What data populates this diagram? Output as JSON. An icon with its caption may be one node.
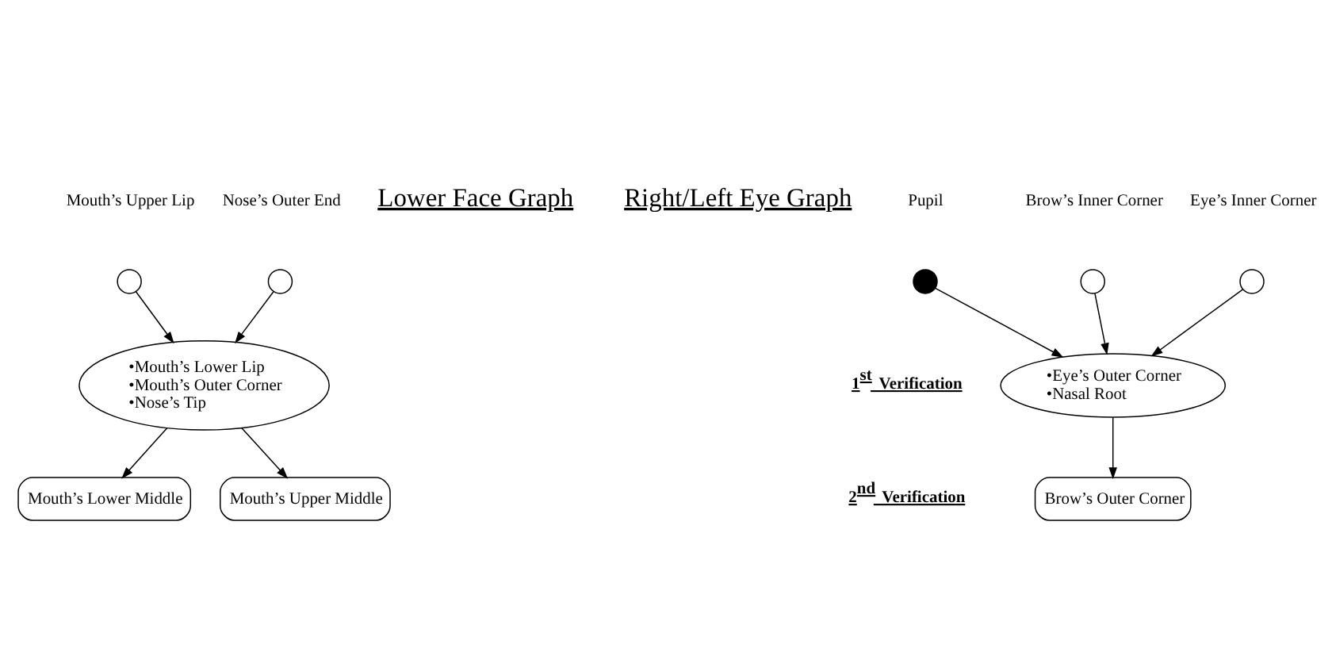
{
  "diagram": {
    "nodes": [
      {
        "text": [],
        "shape": "circle",
        "beside": [
          "Pupil"
        ]
      },
      {
        "text": [],
        "shape": "circle",
        "beside": [
          "Eye’s Inner Corner"
        ]
      },
      {
        "text": [],
        "shape": "circle",
        "beside": [
          "Brow’s Inner Corner"
        ]
      },
      {
        "text": [],
        "shape": "circle",
        "beside": [
          "Mouth’s Upper Lip"
        ]
      },
      {
        "text": [],
        "shape": "circle",
        "beside": [
          "Nose’s Outer End"
        ]
      },
      {
        "text": [
          "•Eye’s Outer Corner",
          "•Nasal Root"
        ]
      },
      {
        "text": [
          "•Mouth’s Lower Lip",
          "•Mouth’s Outer Corner",
          "•Nose’s Tip"
        ]
      },
      {
        "text": [
          "Brow’s Outer Corner"
        ]
      },
      {
        "text": [
          "Mouth’s Lower Middle"
        ]
      },
      {
        "text": [
          "Mouth’s Upper Middle"
        ]
      }
    ],
    "edges": [
      {
        "from": 0,
        "to": 5,
        "arrow": "to"
      },
      {
        "from": 1,
        "to": 5,
        "arrow": "to"
      },
      {
        "from": 2,
        "to": 5,
        "arrow": "to"
      },
      {
        "from": 3,
        "to": 6,
        "arrow": "to"
      },
      {
        "from": 4,
        "to": 6,
        "arrow": "to"
      },
      {
        "from": 5,
        "to": 7,
        "arrow": "to"
      },
      {
        "from": 6,
        "to": 8,
        "arrow": "to"
      },
      {
        "from": 6,
        "to": 9,
        "arrow": "to"
      }
    ],
    "labels": [
      "Right/Left Eye Graph",
      "Lower Face Graph",
      "1$^{st}$ Verification",
      "2$^{nd}$ Verification"
    ]
  }
}
